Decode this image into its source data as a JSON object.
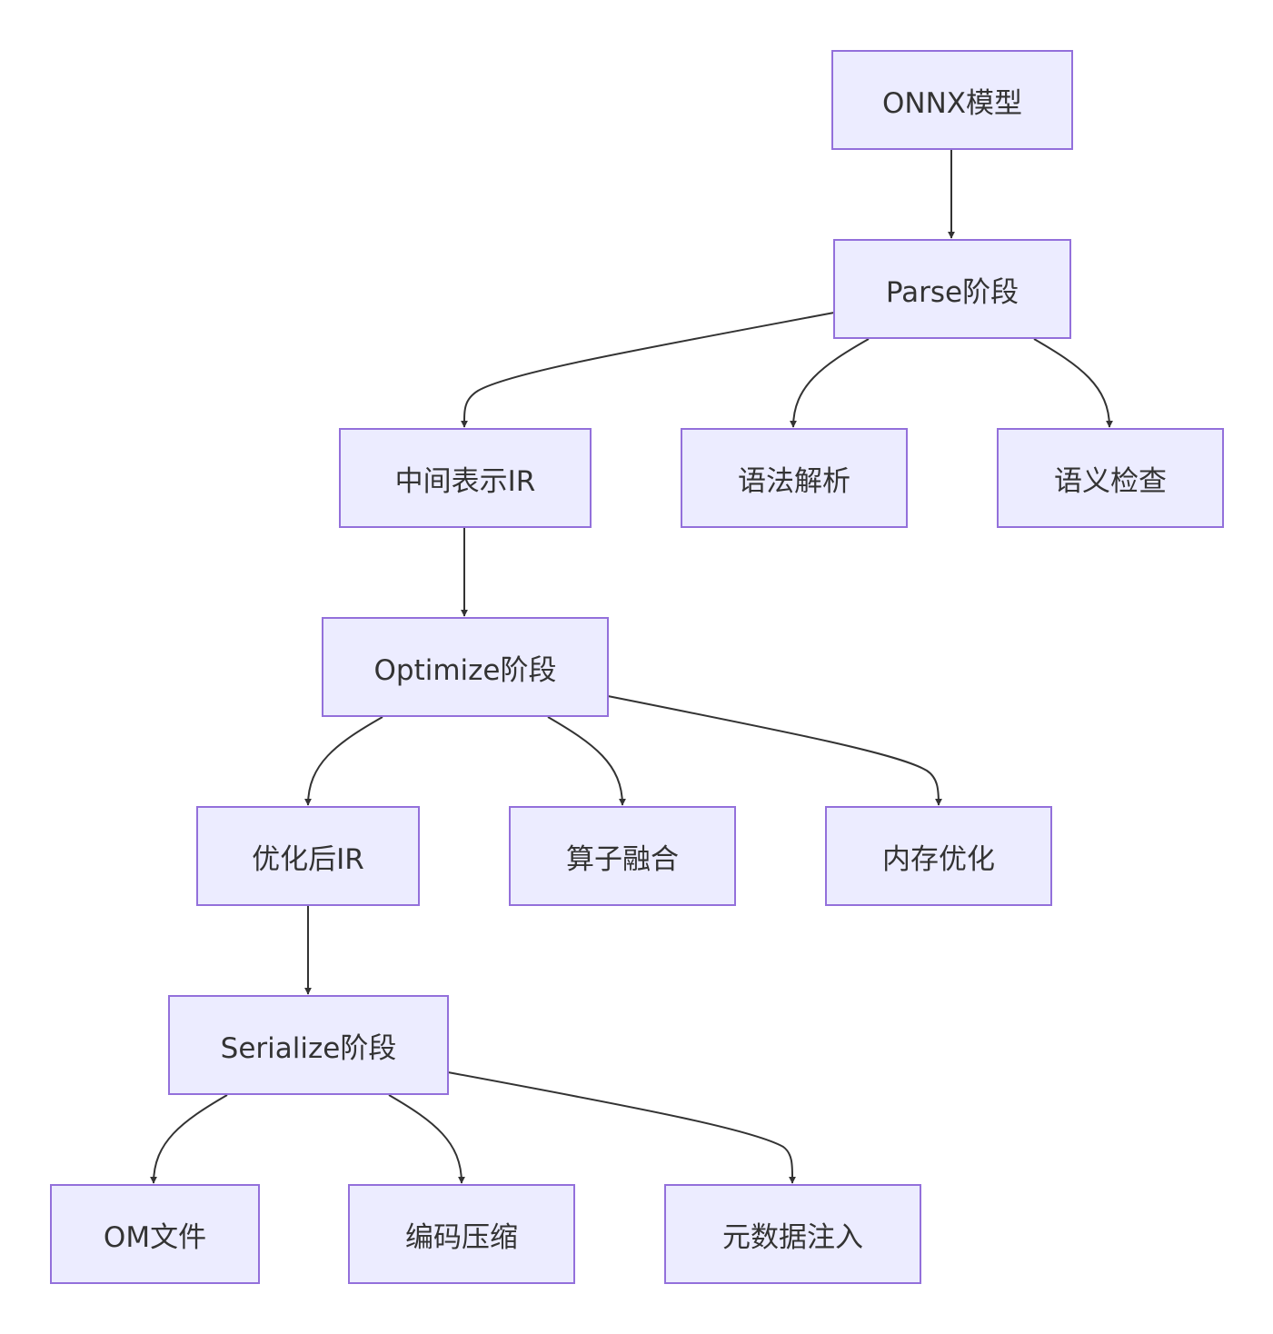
{
  "colors": {
    "node_fill": "#ECECFF",
    "node_border": "#9370DB",
    "text": "#333333",
    "edge": "#333333"
  },
  "nodes": {
    "onnx": "ONNX模型",
    "parse": "Parse阶段",
    "ir": "中间表示IR",
    "syntax": "语法解析",
    "semantic": "语义检查",
    "optimize": "Optimize阶段",
    "opt_ir": "优化后IR",
    "fusion": "算子融合",
    "memory": "内存优化",
    "serialize": "Serialize阶段",
    "om": "OM文件",
    "compress": "编码压缩",
    "metadata": "元数据注入"
  },
  "edges": [
    [
      "onnx",
      "parse"
    ],
    [
      "parse",
      "ir"
    ],
    [
      "parse",
      "syntax"
    ],
    [
      "parse",
      "semantic"
    ],
    [
      "ir",
      "optimize"
    ],
    [
      "optimize",
      "opt_ir"
    ],
    [
      "optimize",
      "fusion"
    ],
    [
      "optimize",
      "memory"
    ],
    [
      "opt_ir",
      "serialize"
    ],
    [
      "serialize",
      "om"
    ],
    [
      "serialize",
      "compress"
    ],
    [
      "serialize",
      "metadata"
    ]
  ]
}
